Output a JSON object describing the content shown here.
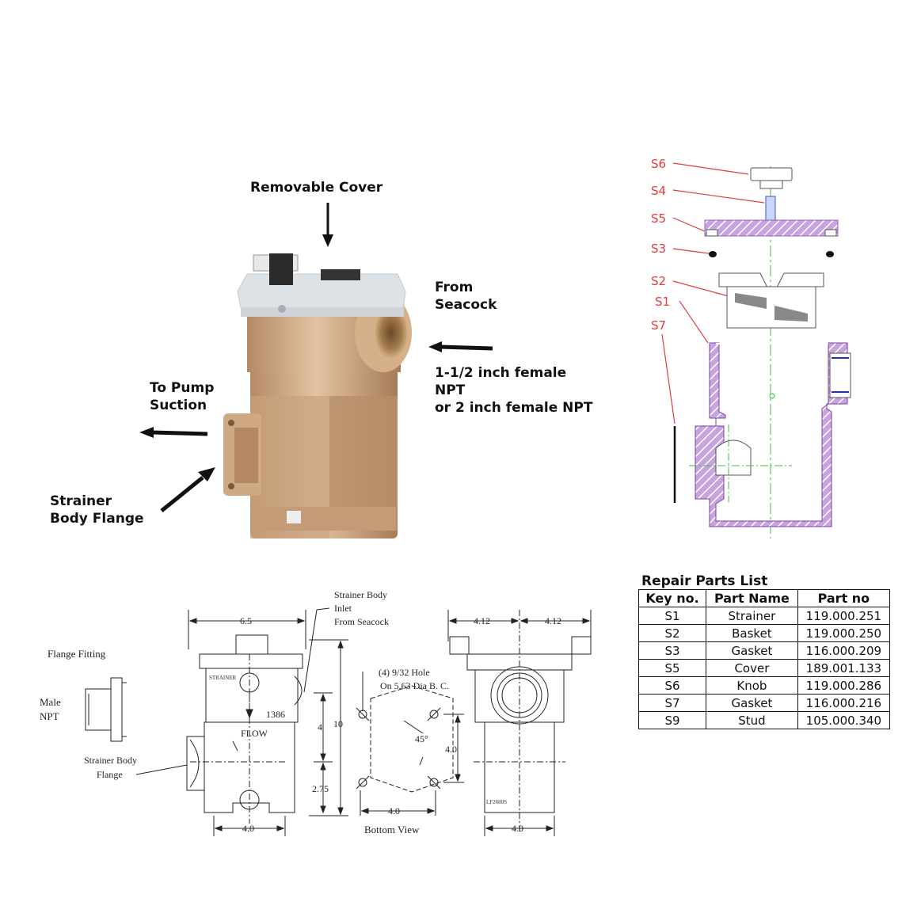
{
  "photo": {
    "callouts": {
      "removable_cover": "Removable Cover",
      "from_seacock": "From\nSeacock",
      "inlet_size": "1-1/2  inch  female\nNPT\nor  2  inch  female NPT",
      "to_pump_suction": "To Pump\nSuction",
      "strainer_body_flange": "Strainer\nBody Flange"
    },
    "colors": {
      "bronze": "#c9a37e",
      "cover": "#dde2e6",
      "knob": "#2a2a2a"
    }
  },
  "exploded_view": {
    "keys": [
      "S6",
      "S4",
      "S5",
      "S3",
      "S2",
      "S1",
      "S7"
    ],
    "colors": {
      "key_text": "#e23b3b",
      "leader": "#e23b3b",
      "section": "#9a5fc2",
      "centerline": "#3bbf3b"
    }
  },
  "parts_list": {
    "title": "Repair Parts List",
    "columns": [
      "Key no.",
      "Part Name",
      "Part no"
    ],
    "rows": [
      [
        "S1",
        "Strainer",
        "119.000.251"
      ],
      [
        "S2",
        "Basket",
        "119.000.250"
      ],
      [
        "S3",
        "Gasket",
        "116.000.209"
      ],
      [
        "S5",
        "Cover",
        "189.001.133"
      ],
      [
        "S6",
        "Knob",
        "119.000.286"
      ],
      [
        "S7",
        "Gasket",
        "116.000.216"
      ],
      [
        "S9",
        "Stud",
        "105.000.340"
      ]
    ]
  },
  "drawings": {
    "flange_fitting": "Flange Fitting",
    "male": "Male",
    "npt": "NPT",
    "strainer_body_flange_1": "Strainer Body",
    "strainer_body_flange_2": "Flange",
    "inlet_note_1": "Strainer Body",
    "inlet_note_2": "Inlet",
    "inlet_note_3": "From Seacock",
    "dim_width": "6.5",
    "dim_height": "10",
    "dim_4": "4",
    "dim_275": "2.75",
    "dim_bottom": "4.0",
    "flow": "FLOW",
    "part_number": "1386",
    "strainer_marking": "STRAINER",
    "hole_note_1": "(4) 9/32 Hole",
    "hole_note_2": "On 5.63 Dia B. C.",
    "angle": "45°",
    "bottom_dim_v": "4.0",
    "bottom_dim_h": "4.0",
    "bottom_view": "Bottom View",
    "side_dim_left": "4.12",
    "side_dim_right": "4.12",
    "side_dim_bottom": "4.0",
    "side_marking": "LF2680S"
  }
}
